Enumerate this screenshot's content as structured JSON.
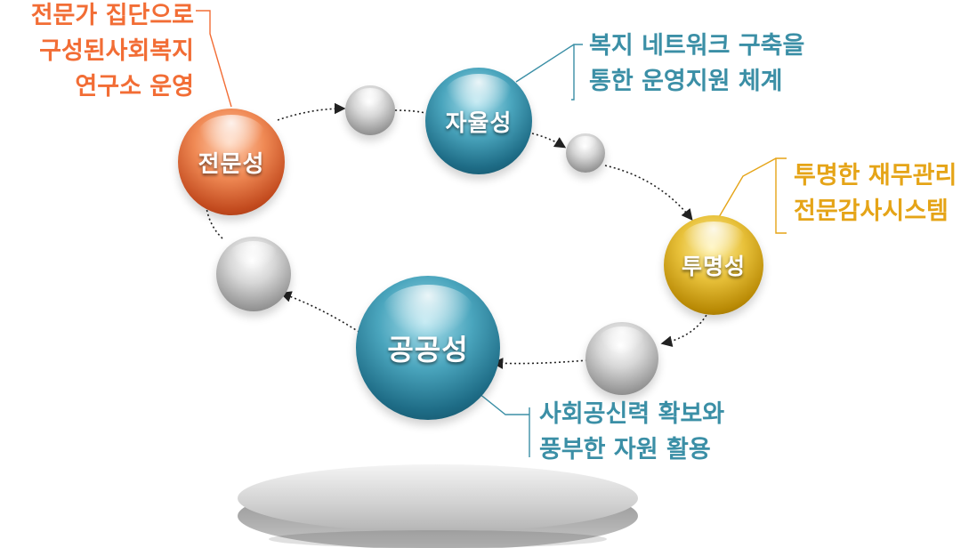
{
  "nodes": {
    "expertise": "전문성",
    "autonomy": "자율성",
    "transparency": "투명성",
    "publicness": "공공성"
  },
  "notes": {
    "expertise": [
      "전문가 집단으로",
      "구성된사회복지",
      "연구소 운영"
    ],
    "autonomy": [
      "복지 네트워크 구축을",
      "통한 운영지원 체계"
    ],
    "transparency": [
      "투명한 재무관리",
      "전문감사시스템"
    ],
    "publicness": [
      "사회공신력 확보와",
      "풍부한 자원 활용"
    ]
  },
  "colors": {
    "orange": "#f26d35",
    "teal": "#3b8fa6",
    "gold": "#e5a417"
  }
}
